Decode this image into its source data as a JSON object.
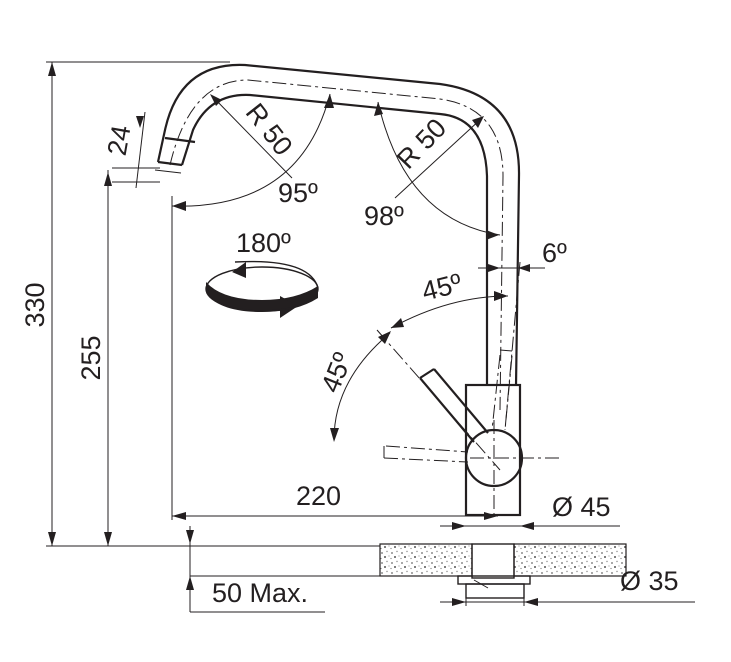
{
  "dimensions": {
    "total_height": "330",
    "spout_height": "255",
    "outlet_height": "24",
    "spout_reach": "220",
    "bend_radius_upper": "R 50",
    "bend_radius_right": "R 50",
    "angle_spout": "95º",
    "angle_bend": "98º",
    "body_tilt": "6º",
    "lever_upper_angle": "45º",
    "lever_lower_angle": "45º",
    "swivel_angle": "180º",
    "body_diameter": "Ø 45",
    "hole_diameter": "Ø 35",
    "counter_thickness": "50 Max."
  },
  "colors": {
    "line": "#231f20",
    "background": "#ffffff",
    "countertop": "#9a9a9a"
  }
}
